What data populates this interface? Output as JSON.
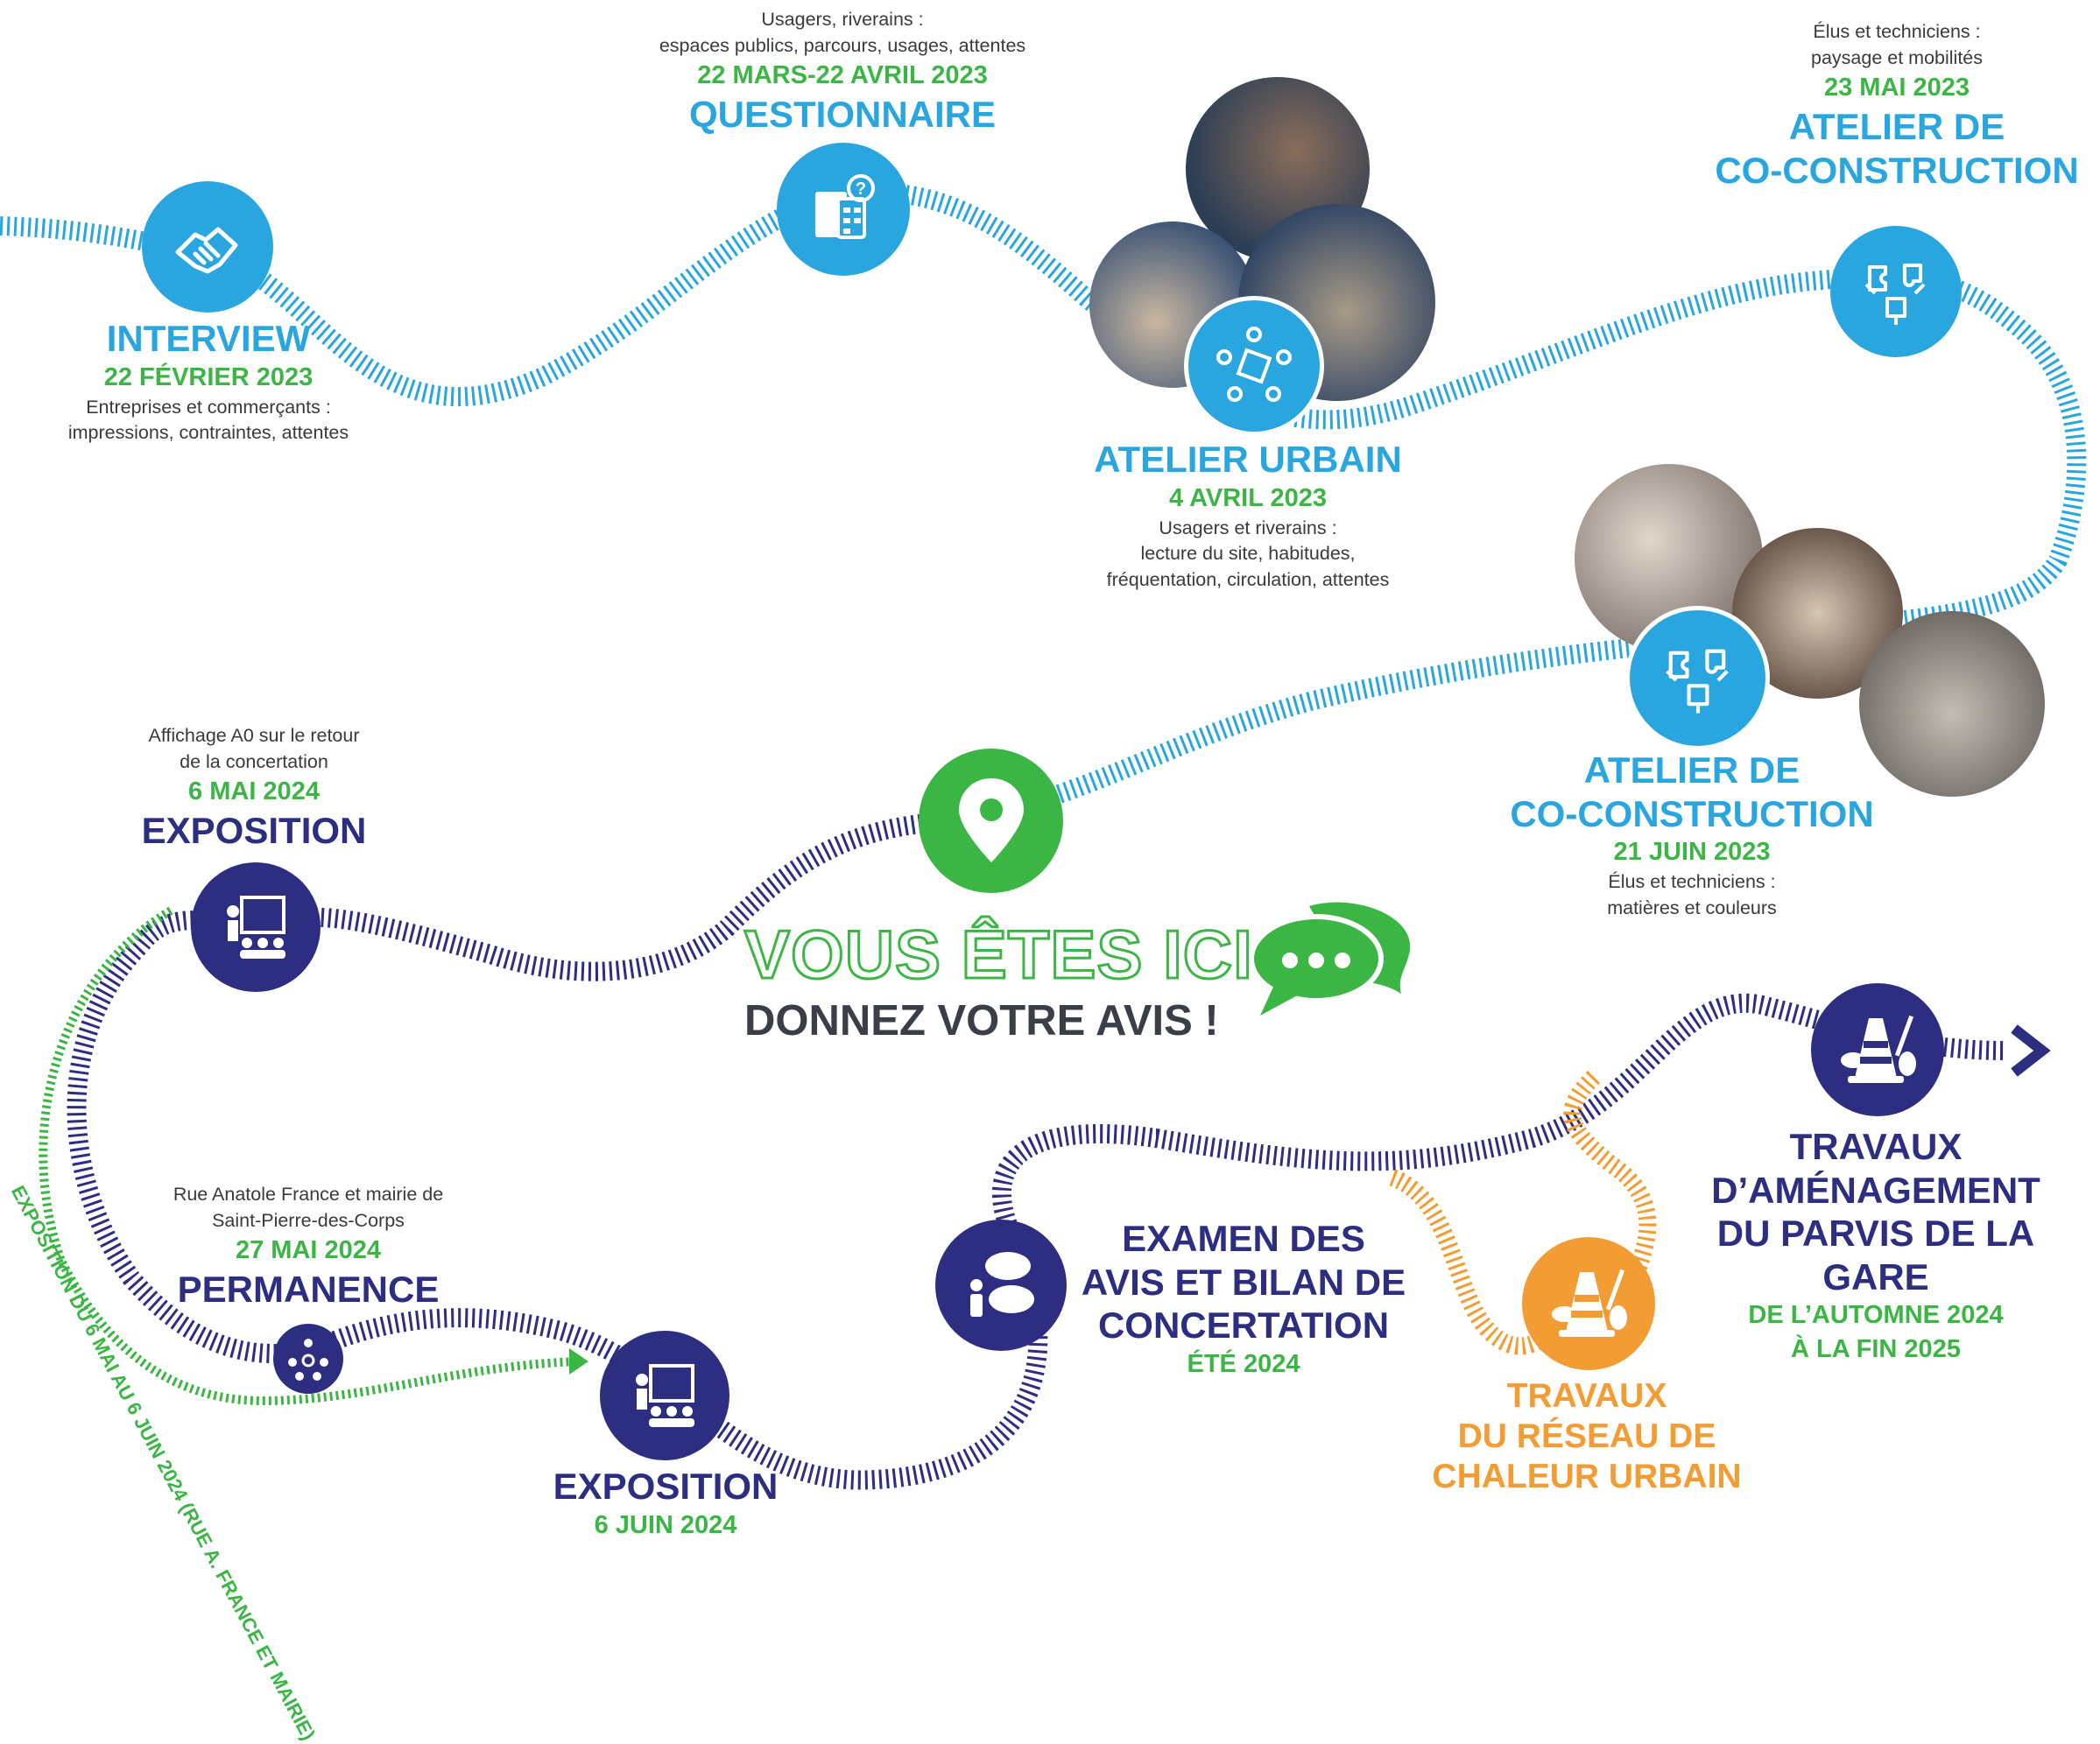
{
  "steps": {
    "interview": {
      "title": "INTERVIEW",
      "date": "22 FÉVRIER 2023",
      "desc1": "Entreprises et commerçants :",
      "desc2": "impressions, contraintes, attentes"
    },
    "questionnaire": {
      "desc1": "Usagers, riverains :",
      "desc2": "espaces publics, parcours, usages, attentes",
      "date": "22 MARS-22 AVRIL 2023",
      "title": "QUESTIONNAIRE"
    },
    "atelier_urbain": {
      "title": "ATELIER URBAIN",
      "date": "4 AVRIL 2023",
      "desc1": "Usagers et riverains :",
      "desc2": "lecture du site, habitudes,",
      "desc3": "fréquentation, circulation, attentes"
    },
    "atelier_coconstruction_1": {
      "desc1": "Élus et techniciens :",
      "desc2": "paysage et mobilités",
      "date": "23 MAI 2023",
      "title1": "ATELIER DE",
      "title2": "CO-CONSTRUCTION"
    },
    "atelier_coconstruction_2": {
      "title1": "ATELIER DE",
      "title2": "CO-CONSTRUCTION",
      "date": "21 JUIN 2023",
      "desc1": "Élus et techniciens :",
      "desc2": "matières et couleurs"
    },
    "exposition_1": {
      "desc1": "Affichage A0 sur le retour",
      "desc2": "de la concertation",
      "date": "6 MAI 2024",
      "title": "EXPOSITION"
    },
    "permanence": {
      "desc1": "Rue Anatole France et mairie de",
      "desc2": "Saint-Pierre-des-Corps",
      "date": "27 MAI 2024",
      "title": "PERMANENCE"
    },
    "exposition_2": {
      "title": "EXPOSITION",
      "date": "6 JUIN 2024"
    },
    "examen": {
      "title1": "EXAMEN DES",
      "title2": "AVIS ET BILAN DE",
      "title3": "CONCERTATION",
      "date": "ÉTÉ 2024"
    },
    "travaux_reseau": {
      "title1": "TRAVAUX",
      "title2": "DU RÉSEAU DE",
      "title3": "CHALEUR URBAIN"
    },
    "travaux_parvis": {
      "title1": "TRAVAUX",
      "title2": "D’AMÉNAGEMENT",
      "title3": "DU PARVIS DE LA",
      "title4": "GARE",
      "date1": "DE L’AUTOMNE 2024",
      "date2": "À LA FIN  2025"
    }
  },
  "current": {
    "headline": "VOUS ÊTES ICI",
    "cta": "DONNEZ VOTRE AVIS !"
  },
  "exposition_period": "EXPOSITION DU 6 MAI AU 6 JUIN 2024 (RUE A. FRANCE ET MAIRIE)",
  "icons": [
    "handshake-icon",
    "questionnaire-icon",
    "group-table-icon",
    "puzzle-hands-icon",
    "location-pin-icon",
    "speech-bubbles-icon",
    "presentation-icon",
    "meeting-icon",
    "discussion-icon",
    "cone-shovel-icon",
    "arrow-right-icon"
  ],
  "colors": {
    "cyan": "#29a6df",
    "navy": "#2d2e82",
    "green": "#3bb544",
    "orange": "#f39c33",
    "text": "#3a3a3a"
  }
}
